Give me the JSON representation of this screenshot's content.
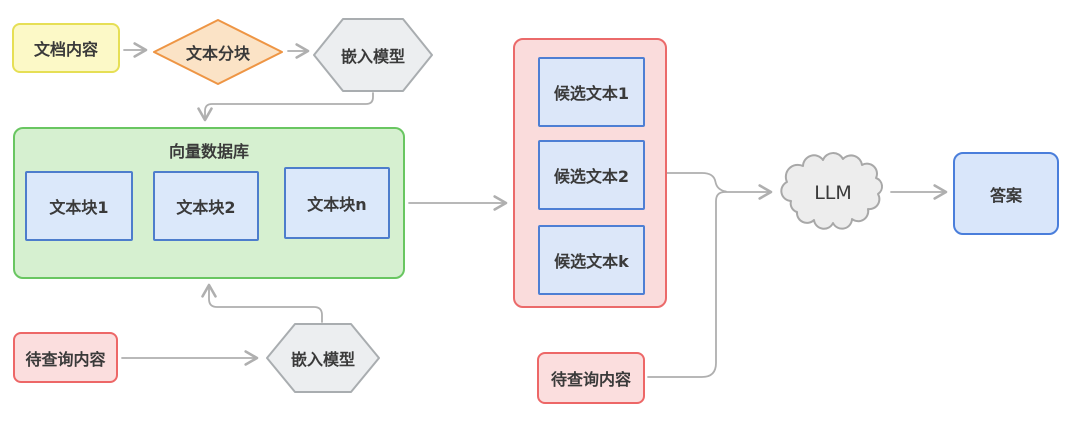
{
  "diagram": {
    "type": "flowchart",
    "topic": "RAG retrieval pipeline",
    "background": "#ffffff",
    "edge_color": "#afafaf",
    "text_color": "#3a3a3a",
    "nodes": {
      "doc_content": {
        "label": "文档内容",
        "shape": "rounded-rect",
        "fill": "#fcf9c7",
        "border": "#e6df55"
      },
      "text_chunking": {
        "label": "文本分块",
        "shape": "diamond",
        "fill": "#fbe3c6",
        "border": "#ee9544"
      },
      "embedding_model_top": {
        "label": "嵌入模型",
        "shape": "hexagon",
        "fill": "#eceef0",
        "border": "#a9adb0"
      },
      "vector_db": {
        "label": "向量数据库",
        "shape": "container",
        "fill": "#d6f0d0",
        "border": "#69c661",
        "chunks": [
          {
            "label": "文本块1"
          },
          {
            "label": "文本块2"
          },
          {
            "label": "文本块n"
          }
        ],
        "chunk_fill": "#dbe8fa",
        "chunk_border": "#4d7dcc"
      },
      "query_content_left": {
        "label": "待查询内容",
        "shape": "rounded-rect",
        "fill": "#fbdede",
        "border": "#ed6767"
      },
      "embedding_model_bottom": {
        "label": "嵌入模型",
        "shape": "hexagon",
        "fill": "#eceef0",
        "border": "#a9adb0"
      },
      "candidates": {
        "shape": "container",
        "fill": "#fadcdc",
        "border": "#eb6a6a",
        "items": [
          {
            "label": "候选文本1"
          },
          {
            "label": "候选文本2"
          },
          {
            "label": "候选文本k"
          }
        ],
        "item_fill": "#dce7f9",
        "item_border": "#4e7fd4"
      },
      "query_content_mid": {
        "label": "待查询内容",
        "shape": "rounded-rect",
        "fill": "#fbdede",
        "border": "#ed6767"
      },
      "llm": {
        "label": "LLM",
        "shape": "cloud",
        "fill": "#ededed",
        "border": "#a8a8a8"
      },
      "answer": {
        "label": "答案",
        "shape": "rounded-rect",
        "fill": "#d9e6fa",
        "border": "#4a7edb"
      }
    },
    "edges": [
      {
        "from": "doc_content",
        "to": "text_chunking"
      },
      {
        "from": "text_chunking",
        "to": "embedding_model_top"
      },
      {
        "from": "embedding_model_top",
        "to": "vector_db"
      },
      {
        "from": "vector_db",
        "to": "candidates"
      },
      {
        "from": "candidates",
        "to": "llm"
      },
      {
        "from": "query_content_mid",
        "to": "llm"
      },
      {
        "from": "llm",
        "to": "answer"
      },
      {
        "from": "query_content_left",
        "to": "embedding_model_bottom"
      },
      {
        "from": "embedding_model_bottom",
        "to": "vector_db"
      }
    ]
  }
}
